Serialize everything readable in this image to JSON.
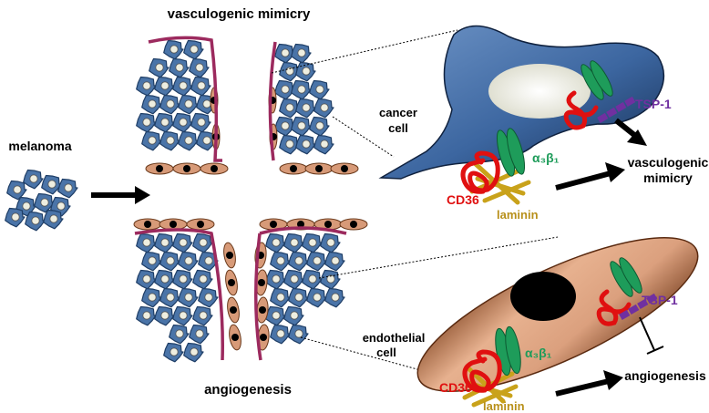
{
  "labels": {
    "vm_title": "vasculogenic mimicry",
    "melanoma": "melanoma",
    "angio_title": "angiogenesis",
    "cancer_cell_1": "cancer",
    "cancer_cell_2": "cell",
    "endo_cell_1": "endothelial",
    "endo_cell_2": "cell",
    "tsp1_top": "TSP-1",
    "tsp1_bottom": "TSP-1",
    "cd36_top": "CD36",
    "cd36_bottom": "CD36",
    "laminin_top": "laminin",
    "laminin_bottom": "laminin",
    "integrin_top": "α₃β₁",
    "integrin_bottom": "α₃β₁",
    "vm_outcome_1": "vasculogenic",
    "vm_outcome_2": "mimicry",
    "angio_outcome": "angiogenesis"
  },
  "colors": {
    "tumor_cell": "#4a74a8",
    "tumor_cell_dark": "#1f3e66",
    "nucleus_light": "#eeeee0",
    "endothelial": "#d79a78",
    "basement_membrane": "#9c2a5e",
    "cd36": "#e01010",
    "integrin": "#1e9c5a",
    "laminin": "#c9a21a",
    "tsp1": "#7030a0",
    "arrow": "#000000"
  }
}
